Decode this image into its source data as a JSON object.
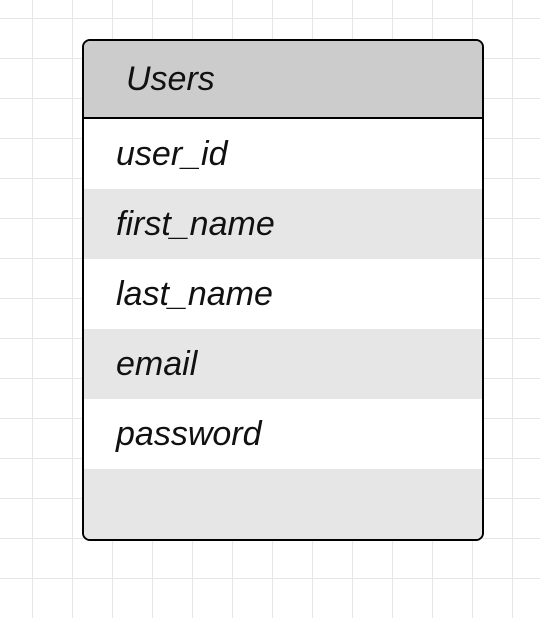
{
  "entity": {
    "title": "Users",
    "header_color": "#cccccc",
    "row_colors": [
      "#ffffff",
      "#e6e6e6"
    ],
    "border_color": "#000000",
    "fields": [
      {
        "name": "user_id"
      },
      {
        "name": "first_name"
      },
      {
        "name": "last_name"
      },
      {
        "name": "email"
      },
      {
        "name": "password"
      }
    ]
  },
  "canvas": {
    "grid": true,
    "grid_color": "#e6e6e6"
  }
}
